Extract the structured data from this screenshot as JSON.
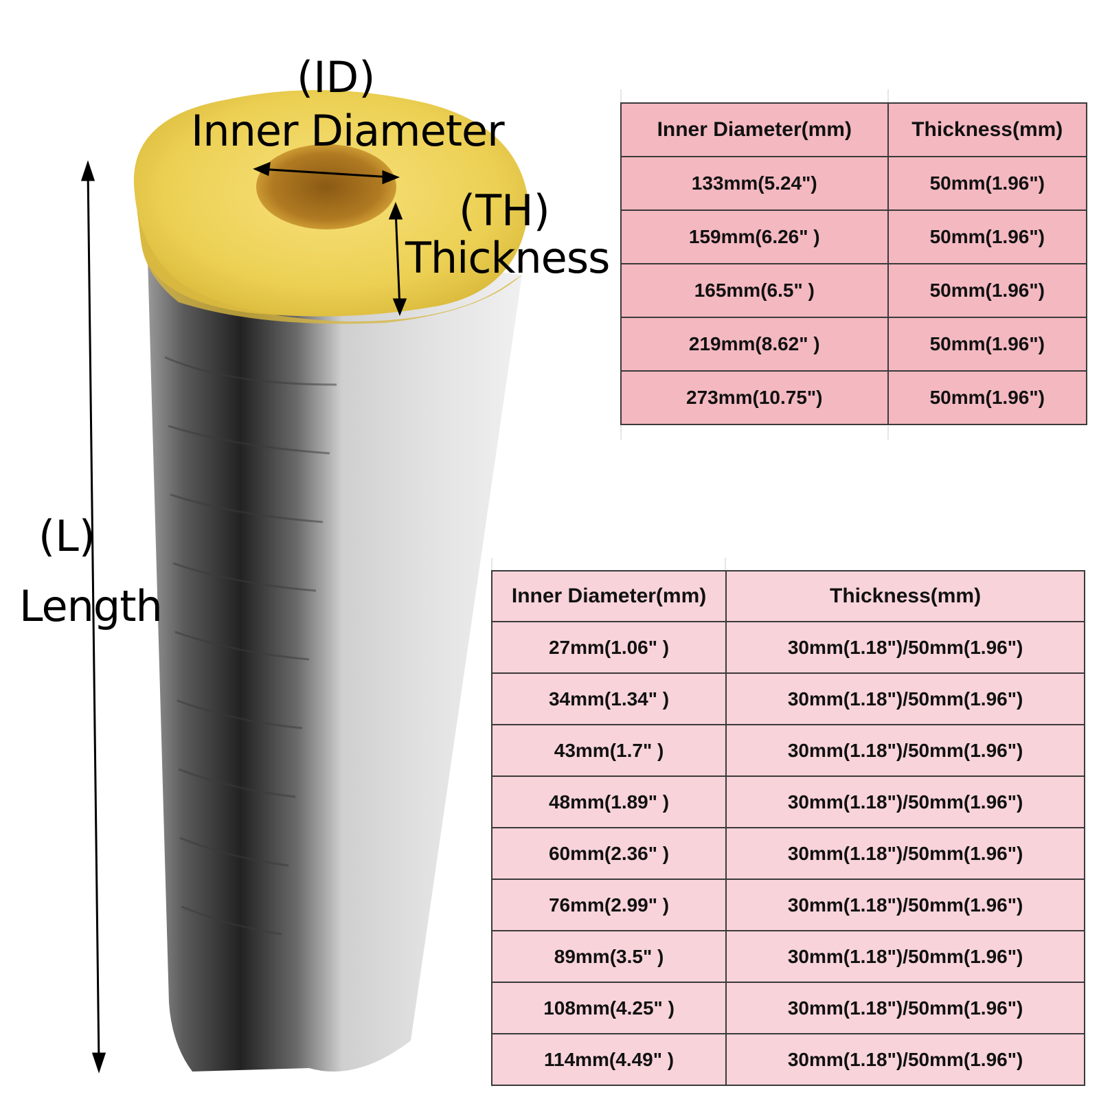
{
  "labels": {
    "id_code": "(ID)",
    "id_name": "Inner Diameter",
    "th_code": "(TH)",
    "th_name": "Thickness",
    "l_code": "(L)",
    "l_name": "Length"
  },
  "table_large": {
    "headers": [
      "Inner Diameter(mm)",
      "Thickness(mm)"
    ],
    "rows": [
      [
        "133mm(5.24\")",
        "50mm(1.96\")"
      ],
      [
        "159mm(6.26\" )",
        "50mm(1.96\")"
      ],
      [
        "165mm(6.5\" )",
        "50mm(1.96\")"
      ],
      [
        "219mm(8.62\" )",
        "50mm(1.96\")"
      ],
      [
        "273mm(10.75\")",
        "50mm(1.96\")"
      ]
    ]
  },
  "table_small": {
    "headers": [
      "Inner Diameter(mm)",
      "Thickness(mm)"
    ],
    "rows": [
      [
        "27mm(1.06\" )",
        "30mm(1.18\")/50mm(1.96\")"
      ],
      [
        "34mm(1.34\" )",
        "30mm(1.18\")/50mm(1.96\")"
      ],
      [
        "43mm(1.7\" )",
        "30mm(1.18\")/50mm(1.96\")"
      ],
      [
        "48mm(1.89\" )",
        "30mm(1.18\")/50mm(1.96\")"
      ],
      [
        "60mm(2.36\" )",
        "30mm(1.18\")/50mm(1.96\")"
      ],
      [
        "76mm(2.99\" )",
        "30mm(1.18\")/50mm(1.96\")"
      ],
      [
        "89mm(3.5\" )",
        "30mm(1.18\")/50mm(1.96\")"
      ],
      [
        "108mm(4.25\" )",
        "30mm(1.18\")/50mm(1.96\")"
      ],
      [
        "114mm(4.49\" )",
        "30mm(1.18\")/50mm(1.96\")"
      ]
    ]
  },
  "colors": {
    "table_large_fill": "#f4b8c1",
    "table_small_fill": "#f8d3da",
    "fiberglass": "#f2d24a",
    "foil": "#c9c9c9"
  }
}
